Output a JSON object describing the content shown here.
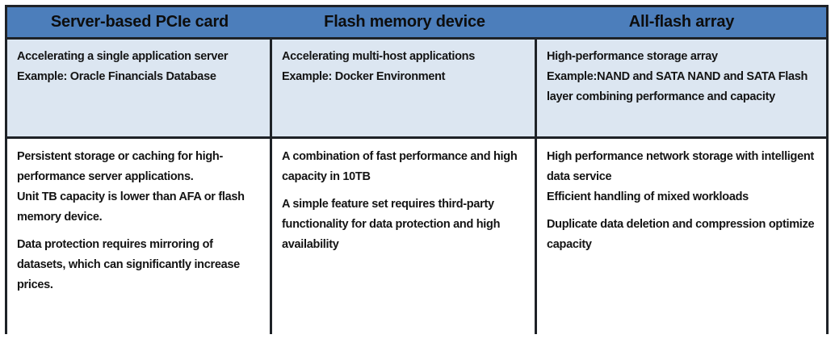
{
  "colors": {
    "header_bg": "#4c7ebb",
    "summary_bg": "#dce6f1",
    "border": "#1e2227",
    "text": "#141414"
  },
  "table": {
    "columns": [
      {
        "header": "Server-based PCIe card",
        "use_case": [
          "Accelerating a single application server",
          "Example: Oracle Financials Database"
        ],
        "details": [
          "Persistent storage or caching for high-performance server applications.",
          "Unit TB capacity is lower than AFA or flash memory device.",
          "Data protection requires mirroring of datasets, which can significantly increase prices."
        ]
      },
      {
        "header": "Flash memory device",
        "use_case": [
          "Accelerating multi-host applications",
          "Example: Docker Environment"
        ],
        "details": [
          "A combination of fast performance and high capacity in 10TB",
          "A simple feature set requires third-party functionality for data protection and high availability"
        ]
      },
      {
        "header": "All-flash array",
        "use_case": [
          "High-performance storage array",
          "Example:NAND and SATA NAND and SATA Flash layer combining performance and capacity"
        ],
        "details": [
          "High performance network storage with intelligent data service",
          "Efficient handling of mixed workloads",
          "Duplicate data deletion and compression optimize capacity"
        ]
      }
    ]
  }
}
